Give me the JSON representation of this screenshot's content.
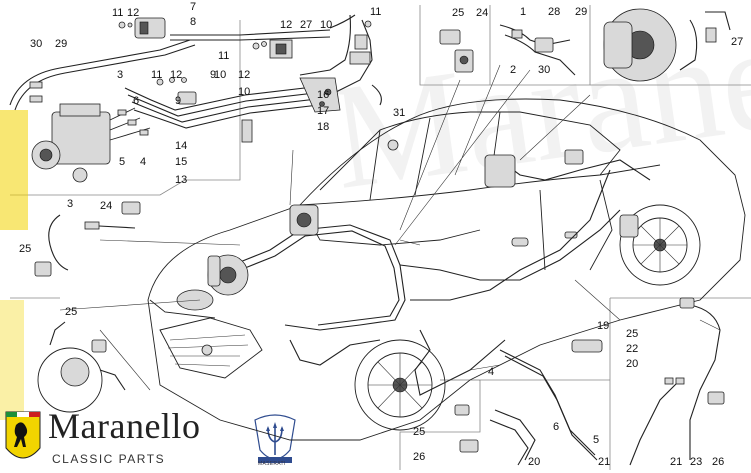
{
  "brand": {
    "name": "Maranello",
    "tagline": "CLASSIC PARTS",
    "emblem_text": "MASERATI",
    "watermark": "Maranello"
  },
  "colors": {
    "ferrari_yellow": "#f2d400",
    "ferrari_red": "#cc1f1f",
    "ferrari_green": "#1c8f3a",
    "maserati_blue": "#2f4c8f"
  },
  "callouts": [
    "11",
    "12",
    "7",
    "8",
    "12",
    "27",
    "10",
    "11",
    "12",
    "9",
    "10",
    "30",
    "29",
    "3",
    "11",
    "12",
    "10",
    "6",
    "9",
    "16",
    "17",
    "18",
    "5",
    "4",
    "15",
    "14",
    "13",
    "11",
    "25",
    "24",
    "1",
    "28",
    "29",
    "2",
    "30",
    "27",
    "31",
    "3",
    "24",
    "25",
    "25",
    "4",
    "19",
    "25",
    "22",
    "20",
    "6",
    "5",
    "21",
    "20",
    "21",
    "23",
    "26",
    "25",
    "26"
  ]
}
